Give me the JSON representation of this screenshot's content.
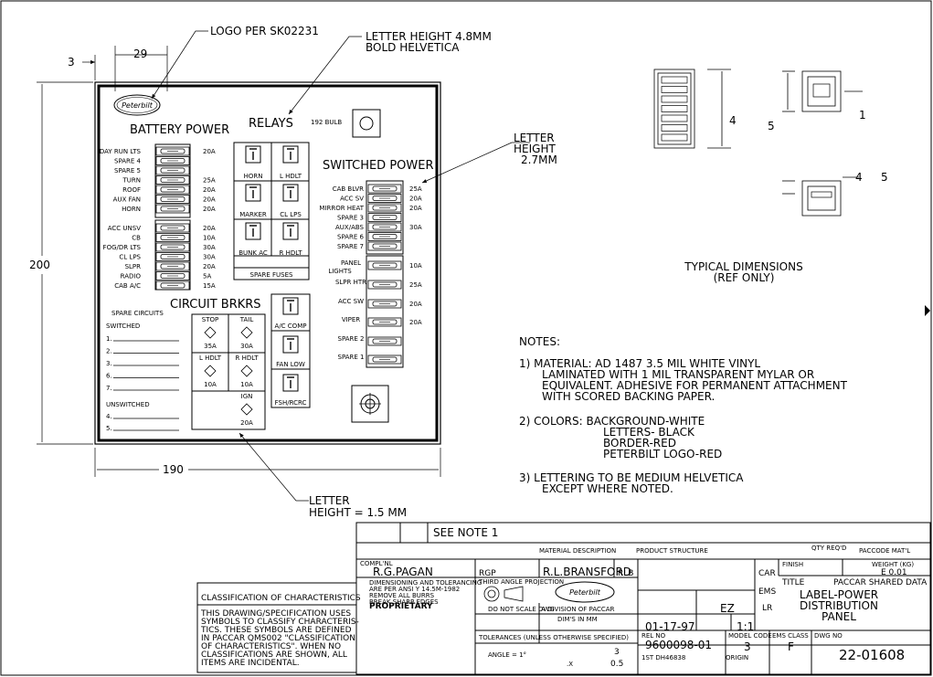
{
  "callouts": {
    "logo": "LOGO PER SK02231",
    "letter_height_1": "LETTER HEIGHT 4.8MM",
    "letter_height_1b": "BOLD HELVETICA",
    "letter_height_2a": "LETTER",
    "letter_height_2b": "HEIGHT",
    "letter_height_2c": "2.7MM",
    "letter_height_3a": "LETTER",
    "letter_height_3b": "HEIGHT = 1.5 MM"
  },
  "dims": {
    "d3": "3",
    "d29": "29",
    "d200": "200",
    "d190": "190"
  },
  "label": {
    "battery_power": "BATTERY POWER",
    "relays": "RELAYS",
    "bulb": "192 BULB",
    "switched_power": "SWITCHED POWER",
    "circuit_brkrs": "CIRCUIT BRKRS",
    "spare_circuits": "SPARE CIRCUITS",
    "switched": "SWITCHED",
    "unswitched": "UNSWITCHED",
    "spare_fuses": "SPARE FUSES",
    "logo_text": "Peterbilt",
    "battery_fuses": [
      {
        "name": "DAY RUN LTS",
        "amp": "20A"
      },
      {
        "name": "SPARE 4",
        "amp": ""
      },
      {
        "name": "SPARE 5",
        "amp": ""
      },
      {
        "name": "TURN",
        "amp": "25A"
      },
      {
        "name": "ROOF",
        "amp": "20A"
      },
      {
        "name": "AUX FAN",
        "amp": "20A"
      },
      {
        "name": "HORN",
        "amp": "20A"
      },
      {
        "name": "ACC UNSV",
        "amp": "20A"
      },
      {
        "name": "CB",
        "amp": "10A"
      },
      {
        "name": "FOG/DR LTS",
        "amp": "30A"
      },
      {
        "name": "CL LPS",
        "amp": "30A"
      },
      {
        "name": "SLPR",
        "amp": "20A"
      },
      {
        "name": "RADIO",
        "amp": "5A"
      },
      {
        "name": "CAB A/C",
        "amp": "15A"
      }
    ],
    "relays_list": [
      "HORN",
      "L HDLT",
      "MARKER",
      "CL LPS",
      "BUNK AC",
      "R HDLT"
    ],
    "relays_right": [
      "A/C COMP",
      "FAN LOW",
      "FSH/RCRC"
    ],
    "switched_fuses": [
      {
        "name": "CAB BLVR",
        "amp": "25A"
      },
      {
        "name": "ACC SV",
        "amp": "20A"
      },
      {
        "name": "MIRROR HEAT",
        "amp": "20A"
      },
      {
        "name": "SPARE 3",
        "amp": ""
      },
      {
        "name": "AUX/ABS",
        "amp": "30A"
      },
      {
        "name": "SPARE 6",
        "amp": ""
      },
      {
        "name": "SPARE 7",
        "amp": ""
      }
    ],
    "switched_fuses2": [
      {
        "name": "PANEL",
        "name2": "LIGHTS",
        "amp": "10A"
      },
      {
        "name": "SLPR HTR",
        "name2": "",
        "amp": "25A"
      },
      {
        "name": "ACC SW",
        "name2": "",
        "amp": "20A"
      },
      {
        "name": "VIPER",
        "name2": "",
        "amp": "20A"
      },
      {
        "name": "SPARE 2",
        "name2": "",
        "amp": ""
      },
      {
        "name": "SPARE 1",
        "name2": "",
        "amp": ""
      }
    ],
    "breakers": [
      {
        "name": "STOP",
        "amp": "35A"
      },
      {
        "name": "TAIL",
        "amp": "30A"
      },
      {
        "name": "L HDLT",
        "amp": "10A"
      },
      {
        "name": "R HDLT",
        "amp": "10A"
      },
      {
        "name": "IGN",
        "amp": "20A"
      }
    ],
    "switched_nums": [
      "1.",
      "2.",
      "3.",
      "6.",
      "7."
    ],
    "unswitched_nums": [
      "4.",
      "5."
    ]
  },
  "typical": {
    "line1": "TYPICAL DIMENSIONS",
    "line2": "(REF ONLY)",
    "d4": "4",
    "d5": "5",
    "d1": "1"
  },
  "notes": {
    "title": "NOTES:",
    "n1a": "1) MATERIAL: AD 1487 3.5 MIL WHITE VINYL",
    "n1b": "LAMINATED WITH 1 MIL TRANSPARENT MYLAR OR",
    "n1c": "EQUIVALENT. ADHESIVE FOR PERMANENT ATTACHMENT",
    "n1d": "WITH SCORED BACKING PAPER.",
    "n2a": "2) COLORS: BACKGROUND-WHITE",
    "n2b": "LETTERS- BLACK",
    "n2c": "BORDER-RED",
    "n2d": "PETERBILT LOGO-RED",
    "n3a": "3) LETTERING TO BE MEDIUM HELVETICA",
    "n3b": "EXCEPT WHERE NOTED."
  },
  "classification": {
    "title": "CLASSIFICATION OF CHARACTERISTICS",
    "body": [
      "THIS DRAWING/SPECIFICATION USES",
      "SYMBOLS TO CLASSIFY CHARACTERIS-",
      "TICS. THESE SYMBOLS ARE DEFINED",
      "IN PACCAR QMS002 \"CLASSIFICATION",
      "OF CHARACTERISTICS\". WHEN NO",
      "CLASSIFICATIONS ARE SHOWN, ALL",
      "ITEMS ARE INCIDENTAL."
    ]
  },
  "titleblock": {
    "see_note": "SEE NOTE 1",
    "material_desc": "MATERIAL DESCRIPTION",
    "product_structure": "PRODUCT STRUCTURE",
    "qty_reqd": "QTY REQ'D",
    "paccode": "PACCODE MAT'L",
    "complnl": "COMPL'NL",
    "drawn_by": "R.G.PAGAN",
    "init1": "RGP",
    "mfg": "R.L.BRANSFORD",
    "init2": "RLB",
    "chk": "CAR",
    "ems": "EMS",
    "lr": "LR",
    "ez": "EZ",
    "finish": "FINISH",
    "weight": "WEIGHT (KG)",
    "weight_val": "E 0.01",
    "title_label": "TITLE",
    "paccar_shared": "PACCAR SHARED DATA",
    "title1": "LABEL-POWER",
    "title2": "DISTRIBUTION",
    "title3": "PANEL",
    "date": "01-17-97",
    "scale": "1:1",
    "part_no": "9600098-01",
    "model_code": "3",
    "ems_class": "F",
    "dwg_no": "22-01608",
    "dwg_no_label": "DWG NO",
    "ref_no": "REL NO",
    "model_code_label": "MODEL CODE",
    "ems_class_label": "EMS CLASS",
    "origin": "ORIGIN",
    "first_dwg": "1ST DH46838",
    "proprietary": "PROPRIETARY",
    "third_angle": "THIRD ANGLE PROJECTION",
    "do_not_scale": "DO NOT SCALE DWG",
    "dims_in_mm": "DIM'S IN MM",
    "tolerances": "TOLERANCES (UNLESS OTHERWISE SPECIFIED)",
    "angle": "ANGLE = 1°",
    "tol_x": ".X",
    "tol_val1": "3",
    "tol_val2": "0.5",
    "division": "A DIVISION OF PACCAR",
    "notes_small": [
      "DIMENSIONING AND TOLERANCING",
      "ARE PER ANSI Y 14.5M-1982",
      "REMOVE ALL BURRS",
      "BREAK SHARP EDGES"
    ]
  },
  "colors": {
    "ink": "#000000",
    "paper": "#ffffff"
  }
}
